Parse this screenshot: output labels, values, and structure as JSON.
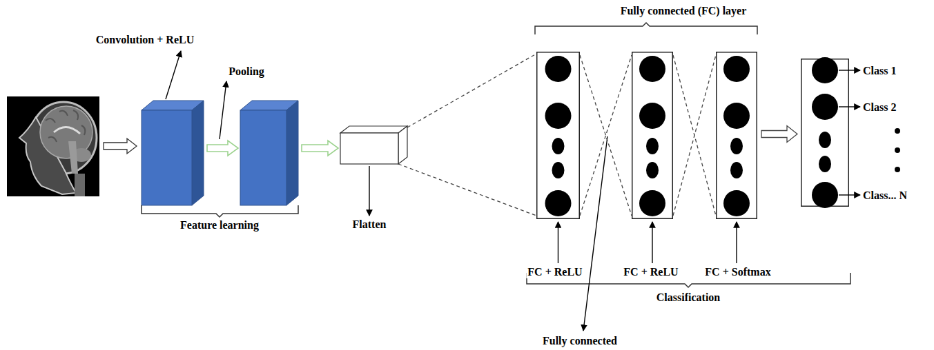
{
  "diagram": {
    "nodes": [
      {
        "text": [
          "Flatten"
        ]
      },
      {
        "text": [
          "FC + ReLU"
        ]
      },
      {
        "text": [
          "FC + ReLU"
        ]
      },
      {
        "text": [
          "FC + Softmax"
        ]
      },
      {
        "text": [
          "Class 1",
          "Class 2",
          "Class... N"
        ]
      }
    ],
    "edges": [
      {
        "from": 0,
        "to": 1,
        "arrow": "none"
      },
      {
        "from": 1,
        "to": 2,
        "arrow": "none"
      },
      {
        "from": 2,
        "to": 3,
        "arrow": "none"
      },
      {
        "from": 3,
        "to": 4,
        "arrow": "to"
      }
    ],
    "labels": [
      "Convolution + ReLU",
      "Pooling",
      "Feature learning",
      "Fully connected (FC) layer",
      "Classification",
      "Fully connected"
    ]
  }
}
